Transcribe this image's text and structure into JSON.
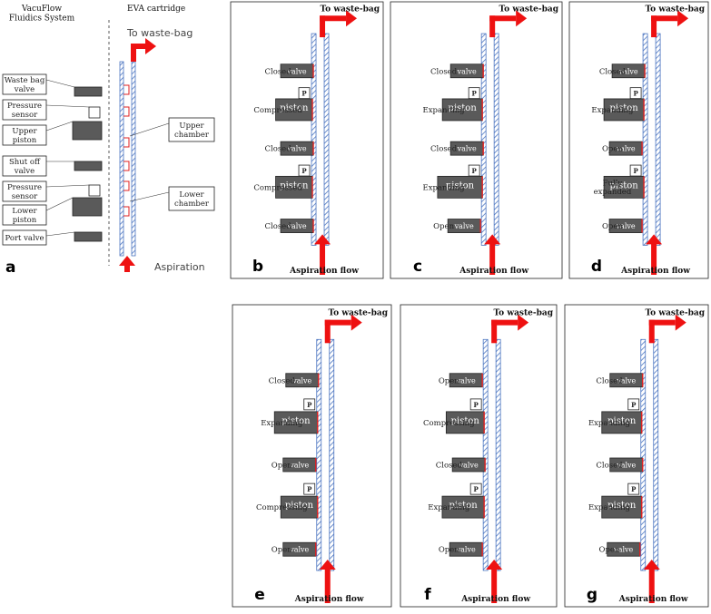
{
  "colors": {
    "tube": "#4a74c0",
    "arrow": "#ee1111",
    "component": "#5a5a5a",
    "outline": "#222222",
    "seal": "#e02020"
  },
  "panel_a": {
    "letter": "a",
    "system_title": "VacuFlow\nFluidics System",
    "cartridge_title": "EVA cartridge",
    "to_waste": "To waste-bag",
    "aspiration": "Aspiration",
    "components": [
      {
        "name": "waste-bag-valve",
        "label": "Waste bag\nvalve"
      },
      {
        "name": "upper-pressure-sensor",
        "label": "Pressure\nsensor"
      },
      {
        "name": "upper-piston",
        "label": "Upper\npiston"
      },
      {
        "name": "shut-off-valve",
        "label": "Shut off\nvalve"
      },
      {
        "name": "lower-pressure-sensor",
        "label": "Pressure\nsensor"
      },
      {
        "name": "lower-piston",
        "label": "Lower\npiston"
      },
      {
        "name": "port-valve",
        "label": "Port valve"
      }
    ],
    "upper_chamber": "Upper\nchamber",
    "lower_chamber": "Lower\nchamber"
  },
  "common": {
    "to_waste": "To waste-bag",
    "aspiration_flow": "Aspiration flow",
    "valve": "valve",
    "piston": "piston",
    "sensor": "P"
  },
  "panels": [
    {
      "letter": "b",
      "states": [
        "Closed",
        "Compressed",
        "Closed",
        "Compressed",
        "Closed"
      ],
      "piston_w": [
        0.92,
        0.92
      ],
      "valve_open": [
        false,
        false,
        false
      ]
    },
    {
      "letter": "c",
      "states": [
        "Closed",
        "Expanding",
        "Closed",
        "Expanding",
        "Open"
      ],
      "piston_w": [
        1.0,
        1.12
      ],
      "valve_open": [
        false,
        false,
        true
      ]
    },
    {
      "letter": "d",
      "states": [
        "Closed",
        "Expanding",
        "Open",
        "Fully\nexpanded",
        "Open"
      ],
      "piston_w": [
        1.0,
        1.0
      ],
      "valve_open": [
        false,
        true,
        true
      ]
    },
    {
      "letter": "e",
      "states": [
        "Closed",
        "Expanding",
        "Open",
        "Compressing",
        "Open"
      ],
      "piston_w": [
        1.08,
        0.92
      ],
      "valve_open": [
        false,
        true,
        true
      ]
    },
    {
      "letter": "f",
      "states": [
        "Open",
        "Compressing",
        "Closed",
        "Expanding",
        "Open"
      ],
      "piston_w": [
        0.95,
        1.05
      ],
      "valve_open": [
        true,
        false,
        true
      ]
    },
    {
      "letter": "g",
      "states": [
        "Closed",
        "Expanding",
        "Closed",
        "Expanding",
        "Open"
      ],
      "piston_w": [
        1.0,
        1.0
      ],
      "valve_open": [
        false,
        false,
        true
      ]
    }
  ]
}
